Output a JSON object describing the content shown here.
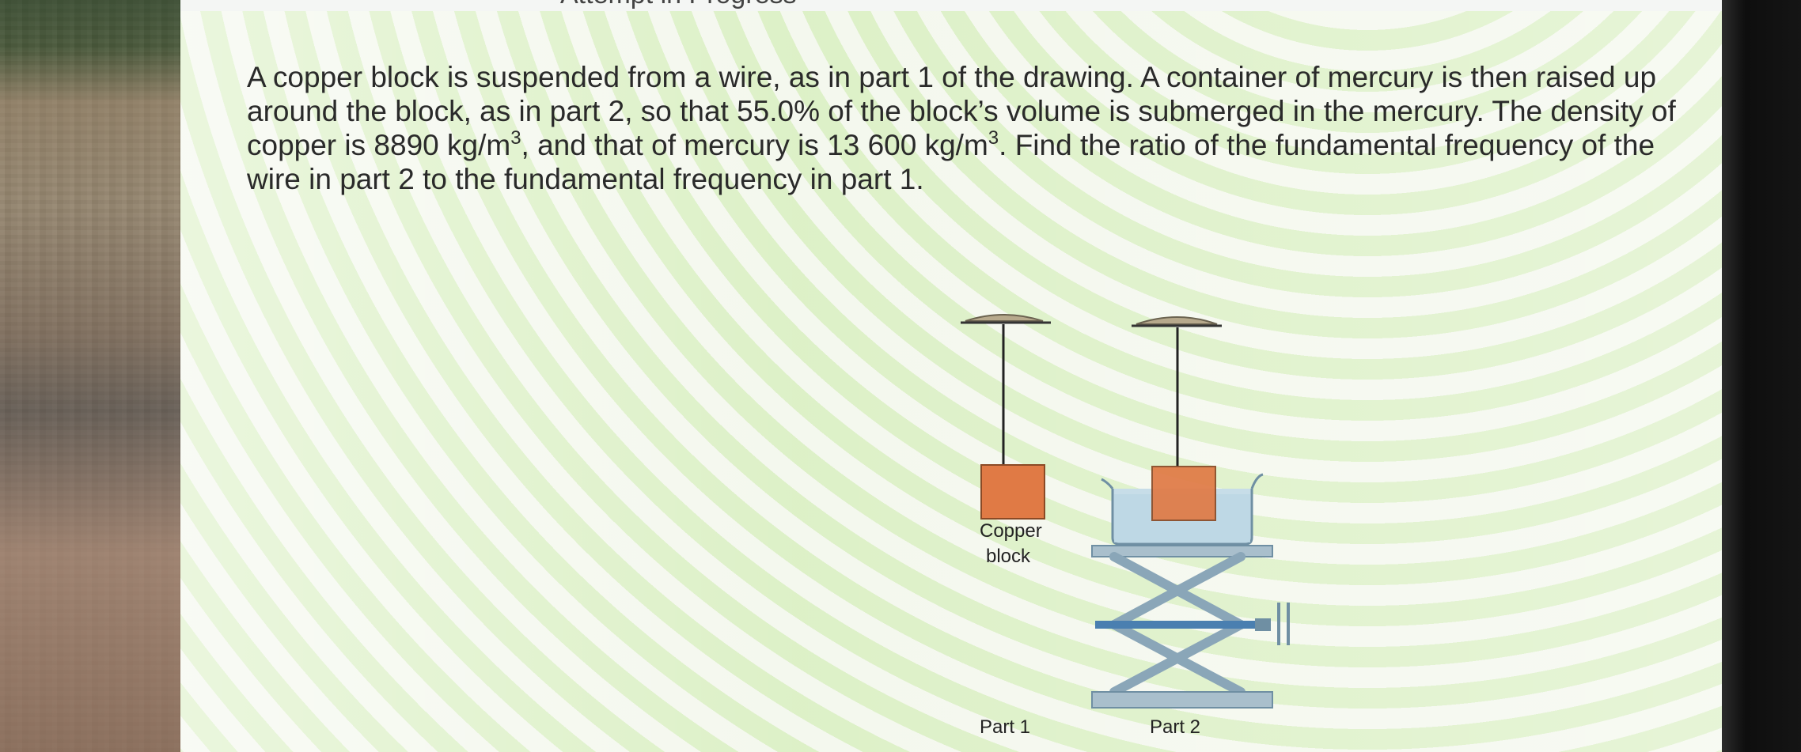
{
  "header": {
    "title": "Attempt in Progress"
  },
  "question": {
    "p1": "A copper block is suspended from a wire, as in part 1 of the drawing. A container of mercury is then raised up around the block, as in part 2, so that 55.0% of the block’s volume is submerged in the mercury. The density of copper is 8890 kg/m",
    "sup1": "3",
    "p2": ", and that of mercury is 13 600 kg/m",
    "sup2": "3",
    "p3": ". Find the ratio of the fundamental frequency of the wire in part 2 to the fundamental frequency in part 1."
  },
  "figure": {
    "block_label_line1": "Copper",
    "block_label_line2": "block",
    "part1_label": "Part 1",
    "part2_label": "Part 2"
  },
  "colors": {
    "copper": "#e07a45",
    "mercury": "#c7dde8",
    "lift": "#8aa6b8",
    "ceiling": "#b7a98c"
  }
}
